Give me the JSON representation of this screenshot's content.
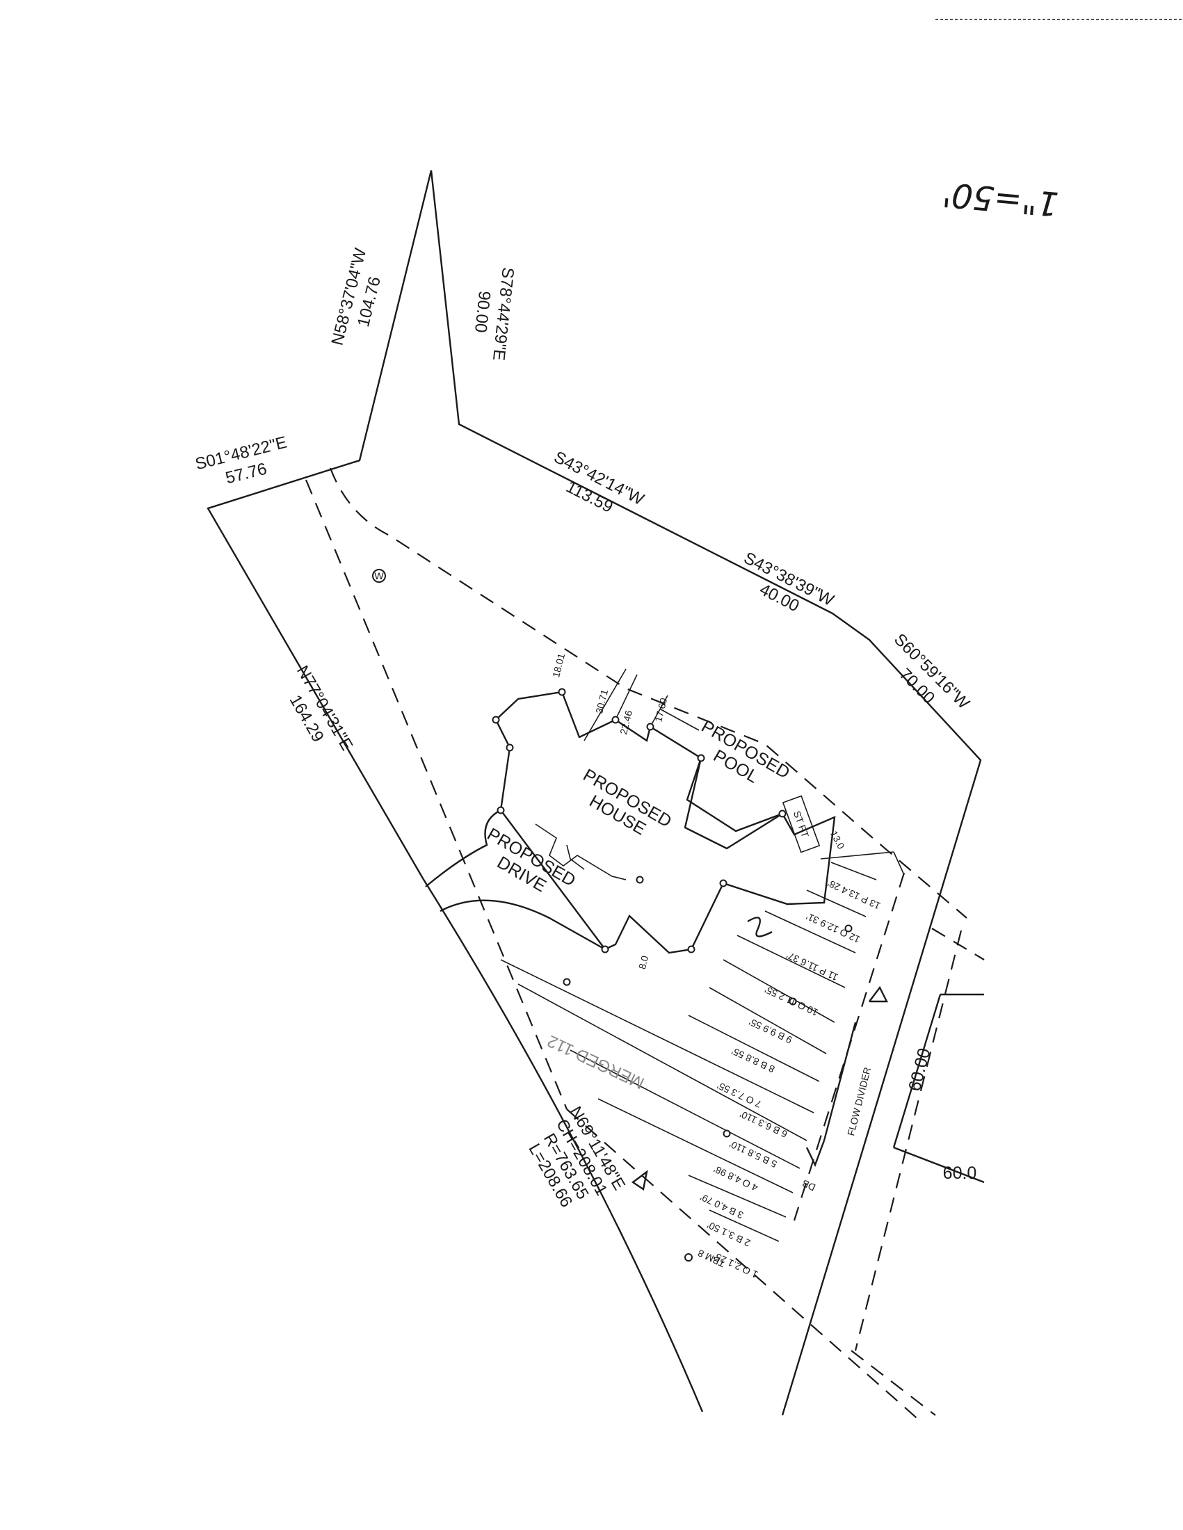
{
  "scale_note": "1\"=50'",
  "bearings": {
    "b1": {
      "bearing": "N58°37'04\"W",
      "distance": "104.76"
    },
    "b2": {
      "bearing": "S78°44'29\"E",
      "distance": "90.00"
    },
    "b3": {
      "bearing": "S01°48'22\"E",
      "distance": "57.76"
    },
    "b4": {
      "bearing": "S43°42'14\"W",
      "distance": "113.59"
    },
    "b5": {
      "bearing": "S43°38'39\"W",
      "distance": "40.00"
    },
    "b6": {
      "bearing": "S60°59'16\"W",
      "distance": "70.00"
    },
    "b7": {
      "bearing": "N77°04'31\"E",
      "distance": "164.29"
    }
  },
  "curve": {
    "bearing": "N69°11'48\"E",
    "chord": "CH=208.01",
    "radius": "R=763.65",
    "length": "L=208.66"
  },
  "dims": {
    "d1": "18.01",
    "d2": "30.71",
    "d3": "22.46",
    "d4": "17.60",
    "d5": "13.0",
    "d6": "8.0"
  },
  "labels": {
    "house": [
      "PROPOSED",
      "HOUSE"
    ],
    "pool": [
      "PROPOSED",
      "POOL"
    ],
    "drive": [
      "PROPOSED",
      "DRIVE"
    ],
    "flow_divider": "FLOW DIVIDER",
    "st_pt": "ST PT",
    "road_width": "60.00",
    "road_width2": "60.0",
    "tbm": "TBM 8",
    "well": "W",
    "dist_box": "DB",
    "faint_note": "MERGED 112"
  },
  "laterals": [
    "13 P 13.4 28'",
    "12 O 12.9 31'",
    "11 P 11.6 37'",
    "10 O 11.2 55'",
    "9 B 9.9 55'",
    "8 B 8.8 55'",
    "7 O 7.3 55'",
    "6 B 6.3 110'",
    "5 B 5.8 110'",
    "4 O 4.8 98'",
    "3 B 4.0 79'",
    "2 B 3.1 50'",
    "1 O 2.1 25'"
  ]
}
